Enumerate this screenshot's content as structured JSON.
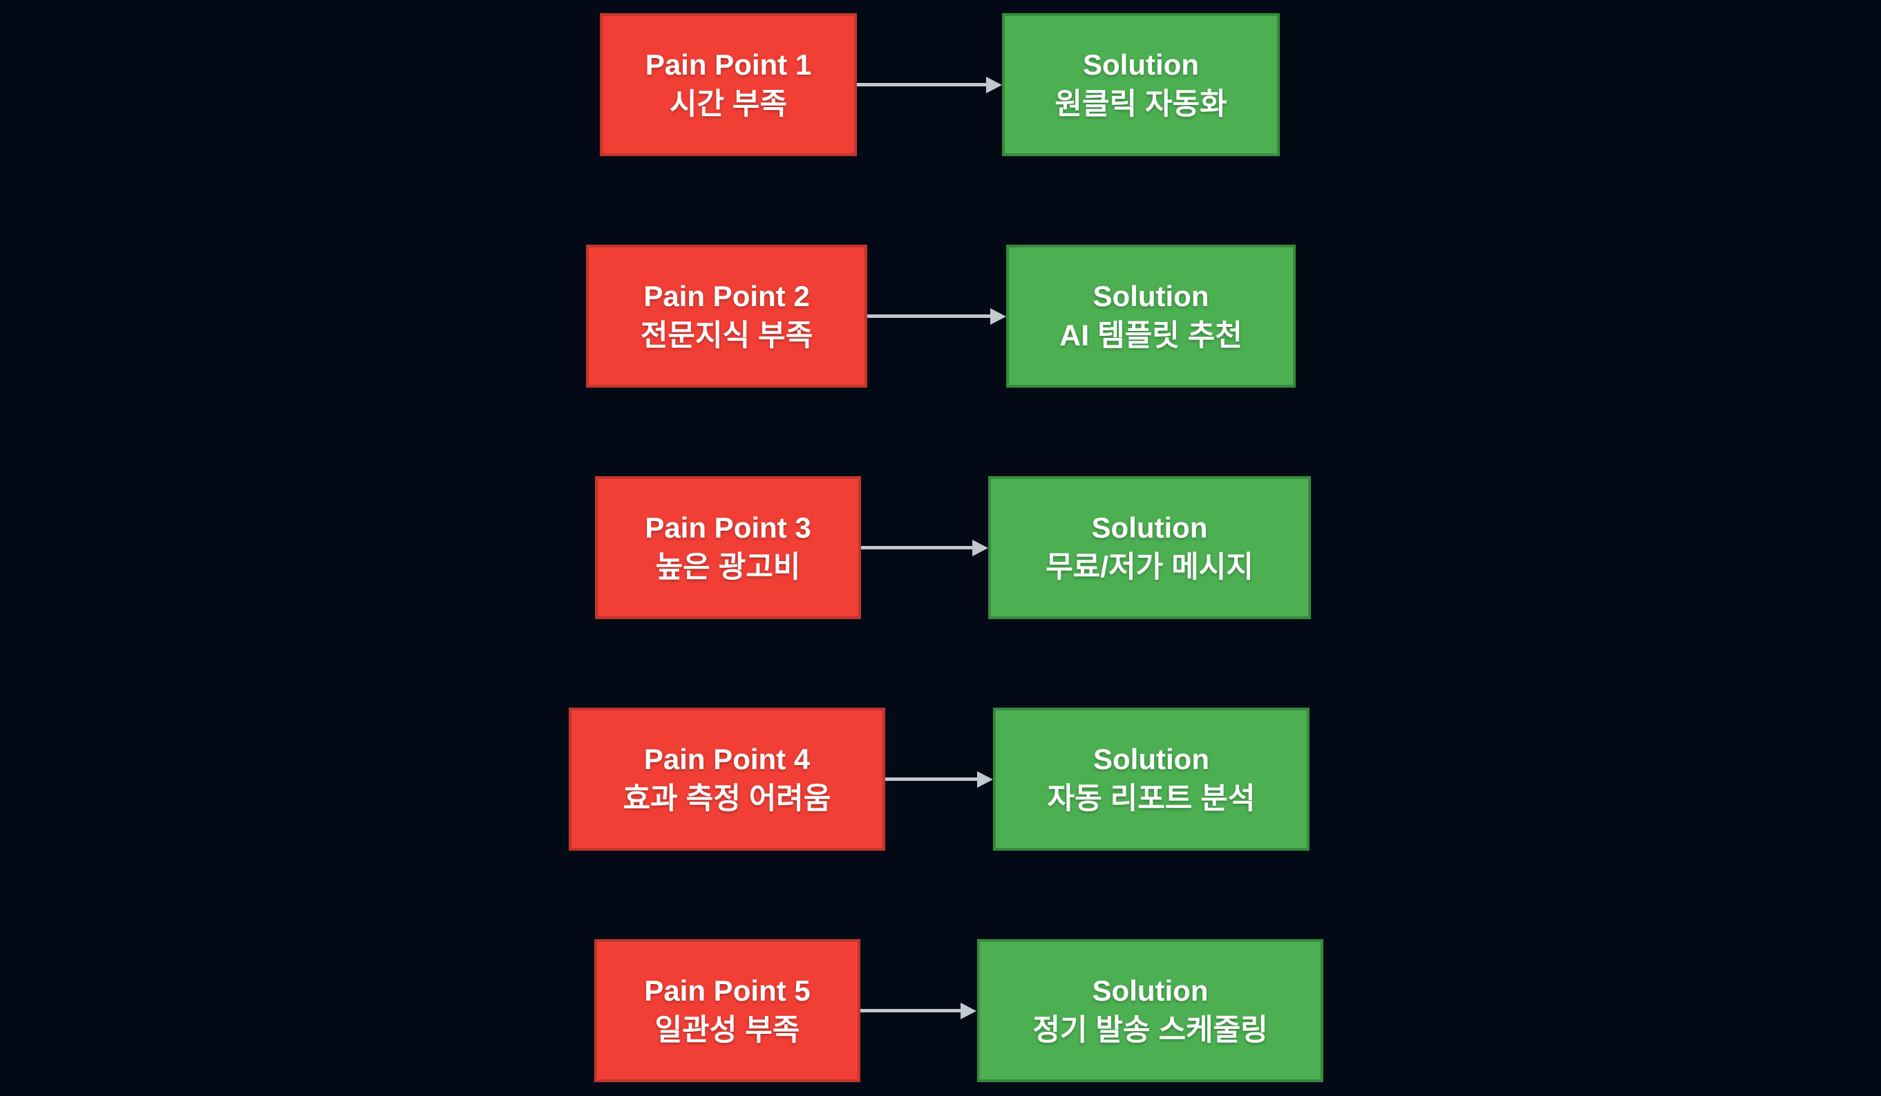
{
  "colors": {
    "background": "#030a16",
    "pain-fill": "#f23f36",
    "pain-border": "#c0362c",
    "solution-fill": "#4cb052",
    "solution-border": "#358b3b",
    "arrow": "#c3c7ce",
    "text": "#ffffff"
  },
  "rows": [
    {
      "pain": {
        "title": "Pain Point 1",
        "subtitle": "시간 부족"
      },
      "solution": {
        "title": "Solution",
        "subtitle": "원클릭 자동화"
      }
    },
    {
      "pain": {
        "title": "Pain Point 2",
        "subtitle": "전문지식 부족"
      },
      "solution": {
        "title": "Solution",
        "subtitle": "AI 템플릿 추천"
      }
    },
    {
      "pain": {
        "title": "Pain Point 3",
        "subtitle": "높은 광고비"
      },
      "solution": {
        "title": "Solution",
        "subtitle": "무료/저가 메시지"
      }
    },
    {
      "pain": {
        "title": "Pain Point 4",
        "subtitle": "효과 측정 어려움"
      },
      "solution": {
        "title": "Solution",
        "subtitle": "자동 리포트 분석"
      }
    },
    {
      "pain": {
        "title": "Pain Point 5",
        "subtitle": "일관성 부족"
      },
      "solution": {
        "title": "Solution",
        "subtitle": "정기 발송 스케줄링"
      }
    }
  ]
}
